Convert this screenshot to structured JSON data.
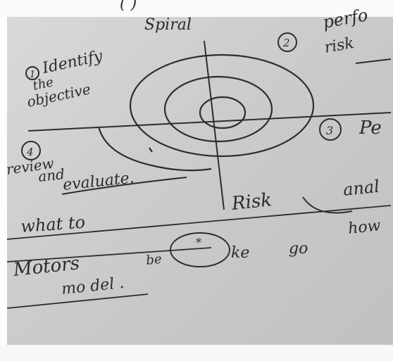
{
  "notes": {
    "header_top": "(                        )",
    "header_word": "Spiral",
    "step1_num": "1",
    "step1_line1": "Identify",
    "step1_line2": "the",
    "step1_line3": "objective",
    "step2_num": "2",
    "step2_line1": "perfo",
    "step2_line2": "risk",
    "step3_num": "3",
    "step3_line1": "Pe",
    "step4_num": "4",
    "step4_line1": "review",
    "step4_line2": "and",
    "step4_line3": "evaluate.",
    "row1_left": "what to",
    "row1_mid": "Risk",
    "row1_right": "anal",
    "row2_left": "Motors",
    "row2_word": "be",
    "row2_star": "*",
    "row2_tail1": "ke",
    "row2_tail2": "go",
    "row2_right": "how",
    "row3": "mo del ."
  }
}
